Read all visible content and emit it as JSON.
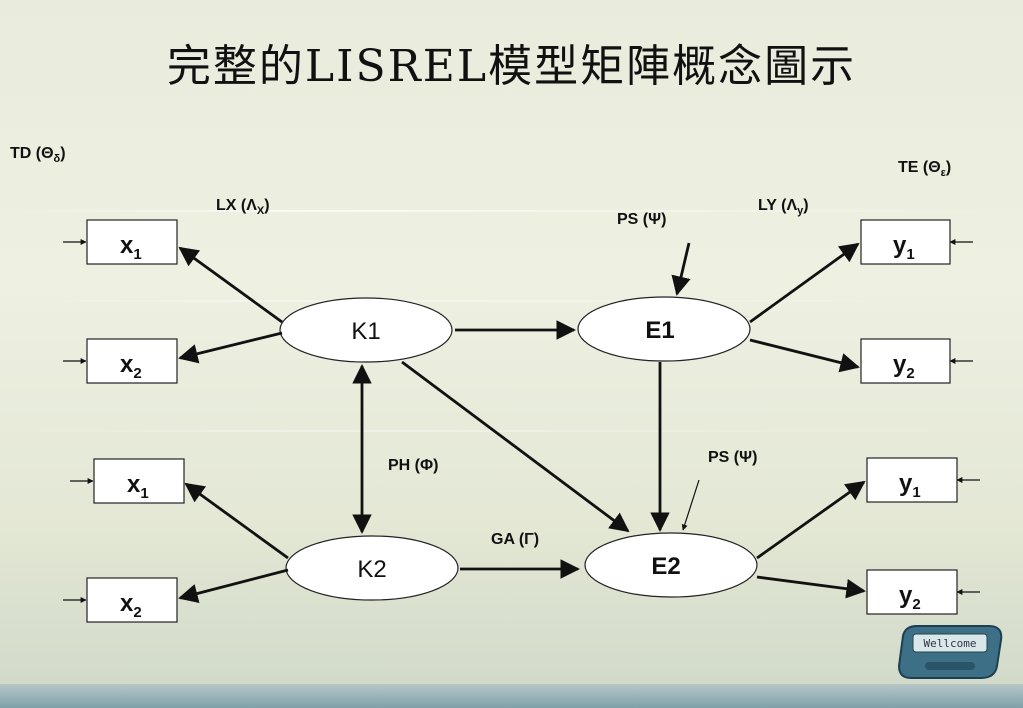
{
  "title": "完整的LISREL模型矩陣概念圖示",
  "labels": {
    "td": {
      "main": "TD (Θ",
      "sub": "δ",
      "end": ")"
    },
    "te": {
      "main": "TE (Θ",
      "sub": "ε",
      "end": ")"
    },
    "lx": {
      "main": "LX (Λ",
      "sub": "X",
      "end": ")"
    },
    "ly": {
      "main": "LY (Λ",
      "sub": "y",
      "end": ")"
    },
    "ps_top": "PS (Ψ)",
    "ps_mid": "PS (Ψ)",
    "ph": "PH (Φ)",
    "ga": "GA (Γ)"
  },
  "nodes": {
    "k1": "K1",
    "k2": "K2",
    "e1": "E1",
    "e2": "E2"
  },
  "boxes": {
    "x1a": {
      "main": "x",
      "sub": "1"
    },
    "x2a": {
      "main": "x",
      "sub": "2"
    },
    "x1b": {
      "main": "x",
      "sub": "1"
    },
    "x2b": {
      "main": "x",
      "sub": "2"
    },
    "y1a": {
      "main": "y",
      "sub": "1"
    },
    "y2a": {
      "main": "y",
      "sub": "2"
    },
    "y1b": {
      "main": "y",
      "sub": "1"
    },
    "y2b": {
      "main": "y",
      "sub": "2"
    }
  },
  "device": {
    "screen_text": "Wellcome"
  }
}
